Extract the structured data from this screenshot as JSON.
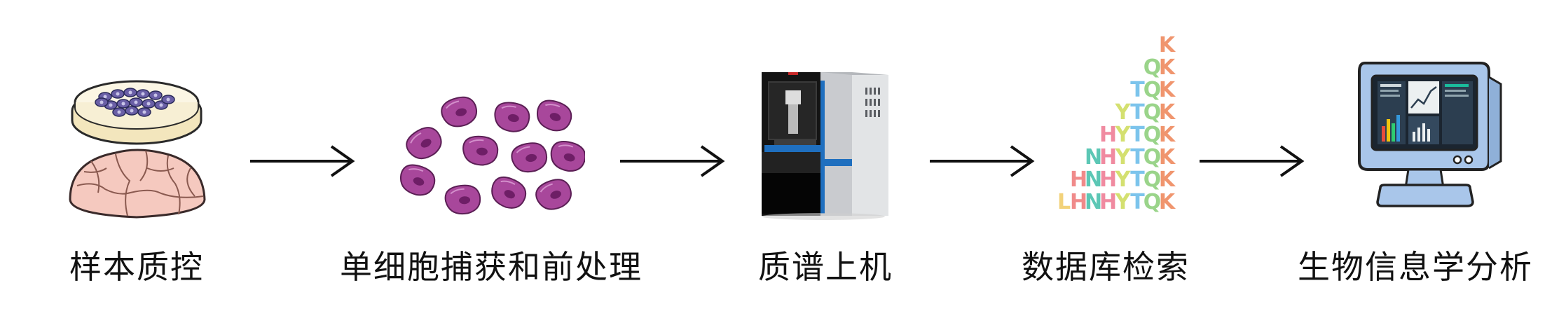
{
  "steps": [
    {
      "label": "样本质控",
      "icon": "petri-dish-and-tissue-icon"
    },
    {
      "label": "单细胞捕获和前处理",
      "icon": "single-cells-icon"
    },
    {
      "label": "质谱上机",
      "icon": "mass-spectrometer-icon"
    },
    {
      "label": "数据库检索",
      "icon": "peptide-ladder-icon"
    },
    {
      "label": "生物信息学分析",
      "icon": "computer-monitor-icon"
    }
  ],
  "peptide_ladder": {
    "residues": [
      {
        "letter": "L",
        "color": "#f2d27a"
      },
      {
        "letter": "H",
        "color": "#f08a8a"
      },
      {
        "letter": "N",
        "color": "#5cc7b5"
      },
      {
        "letter": "H",
        "color": "#f08aa0"
      },
      {
        "letter": "Y",
        "color": "#d4e070"
      },
      {
        "letter": "T",
        "color": "#7cc4ec"
      },
      {
        "letter": "Q",
        "color": "#9ad48a"
      },
      {
        "letter": "K",
        "color": "#f0956e"
      }
    ]
  },
  "colors": {
    "arrow": "#111111",
    "cell": "#a8479b",
    "nucleus": "#6e1e66",
    "tissue": "#f5c9bf",
    "dish_cells": "#6a5fa6",
    "monitor": "#a9c6ea",
    "instrument_dark": "#111111",
    "instrument_light": "#d4d6d9",
    "instrument_accent": "#1f6fbf"
  }
}
